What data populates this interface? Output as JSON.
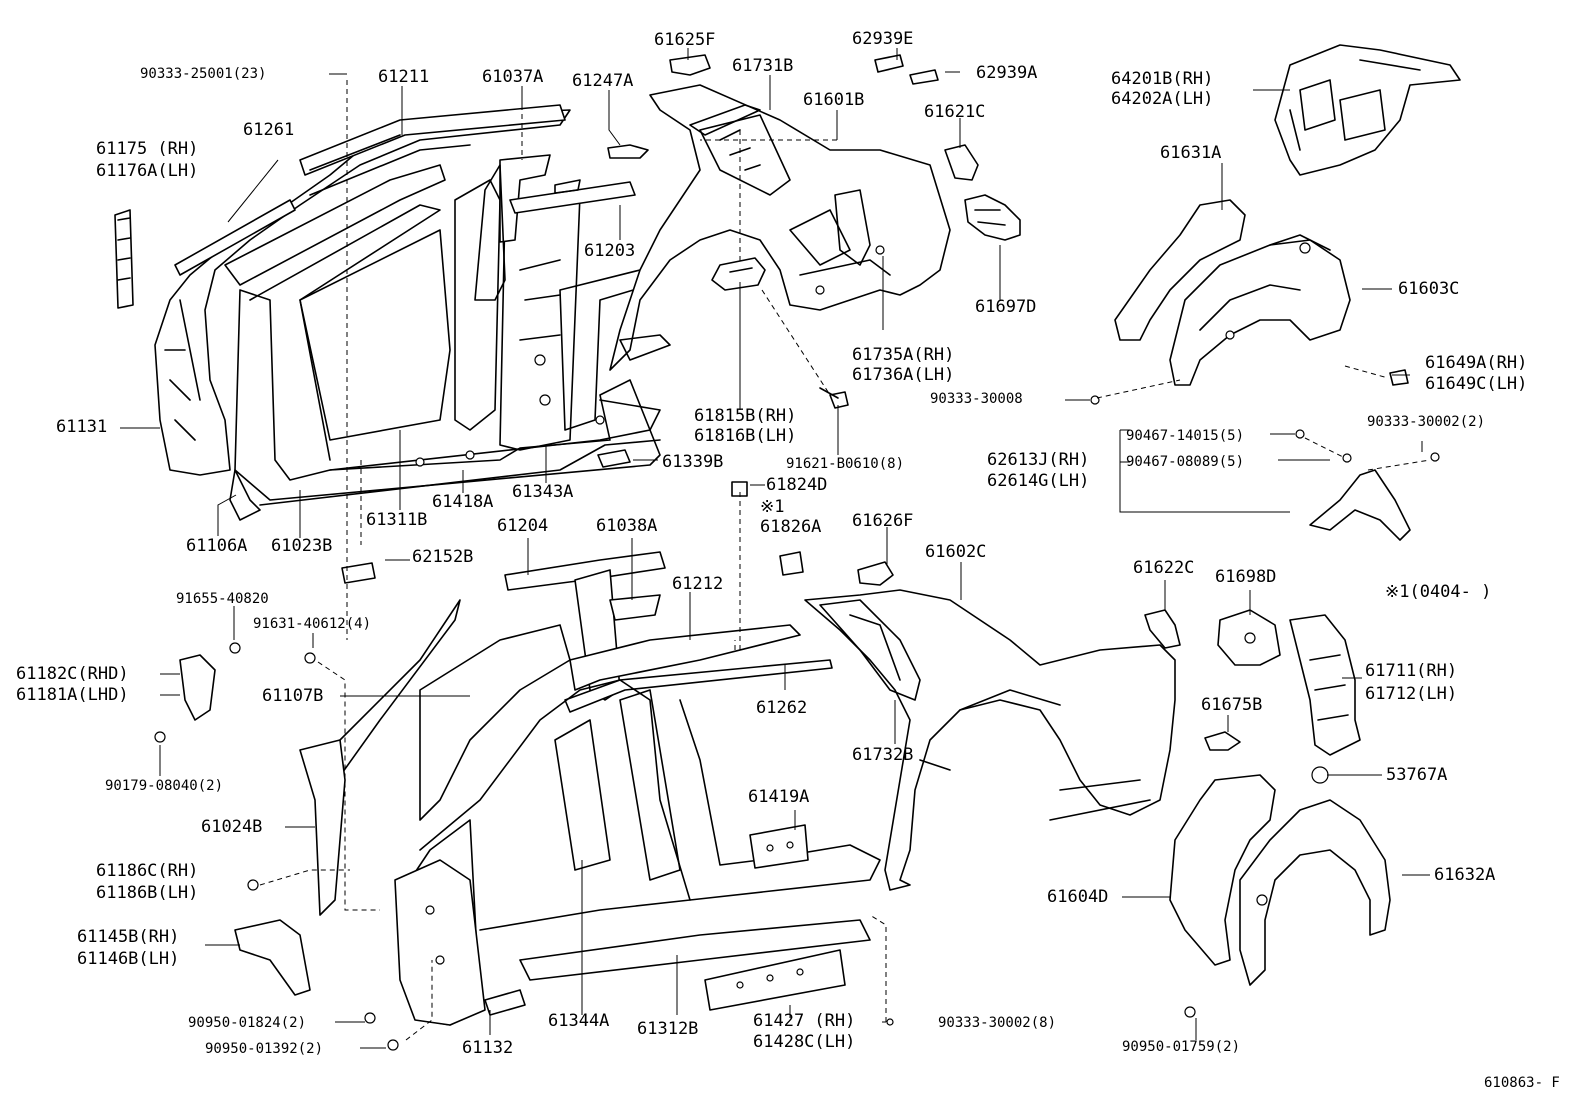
{
  "diagram": {
    "part_labels": [
      "90333-25001(23)",
      "61211",
      "61037A",
      "61247A",
      "61625F",
      "61731B",
      "62939E",
      "62939A",
      "61601B",
      "61621C",
      "64201B(RH)",
      "64202A(LH)",
      "61261",
      "61175  (RH)",
      "61176A(LH)",
      "61203",
      "61697D",
      "61631A",
      "61603C",
      "61735A(RH)",
      "61736A(LH)",
      "61649A(RH)",
      "61649C(LH)",
      "90333-30008",
      "61131",
      "61815B(RH)",
      "61816B(LH)",
      "91621-B0610(8)",
      "90467-14015(5)",
      "90333-30002(2)",
      "90467-08089(5)",
      "62613J(RH)",
      "62614G(LH)",
      "61339B",
      "61418A",
      "61343A",
      "61824D",
      "61106A",
      "61023B",
      "61311B",
      "※1",
      "61826A",
      "61204",
      "61038A",
      "61626F",
      "61602C",
      "62152B",
      "61622C",
      "61698D",
      "91655-40820",
      "61212",
      "※1(0404-   )",
      "91631-40612(4)",
      "61182C(RHD)",
      "61181A(LHD)",
      "61107B",
      "61711(RH)",
      "61712(LH)",
      "61262",
      "61675B",
      "61732B",
      "90179-08040(2)",
      "53767A",
      "61419A",
      "61024B",
      "61186C(RH)",
      "61186B(LH)",
      "61632A",
      "61604D",
      "61145B(RH)",
      "61146B(LH)",
      "61427  (RH)",
      "61428C(LH)",
      "90950-01824(2)",
      "61344A",
      "61312B",
      "90333-30002(8)",
      "61132",
      "90950-01392(2)",
      "90950-01759(2)"
    ],
    "catalog_number": "610863- F"
  }
}
